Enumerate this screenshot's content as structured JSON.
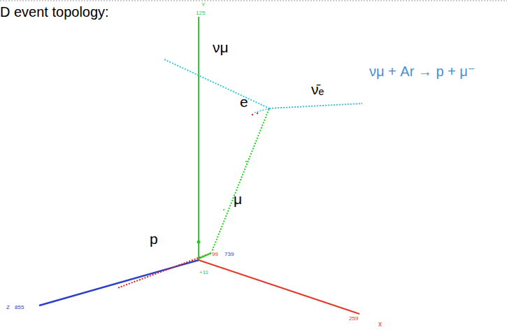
{
  "diagram": {
    "labels": [
      "D event topology:",
      "Y",
      "125",
      "νμ",
      "ν̄ₑ",
      "e",
      "νμ + Ar → p + μ⁻",
      "μ",
      "p",
      "99",
      "739",
      "+11",
      "Z",
      "855",
      "259",
      "x"
    ]
  }
}
